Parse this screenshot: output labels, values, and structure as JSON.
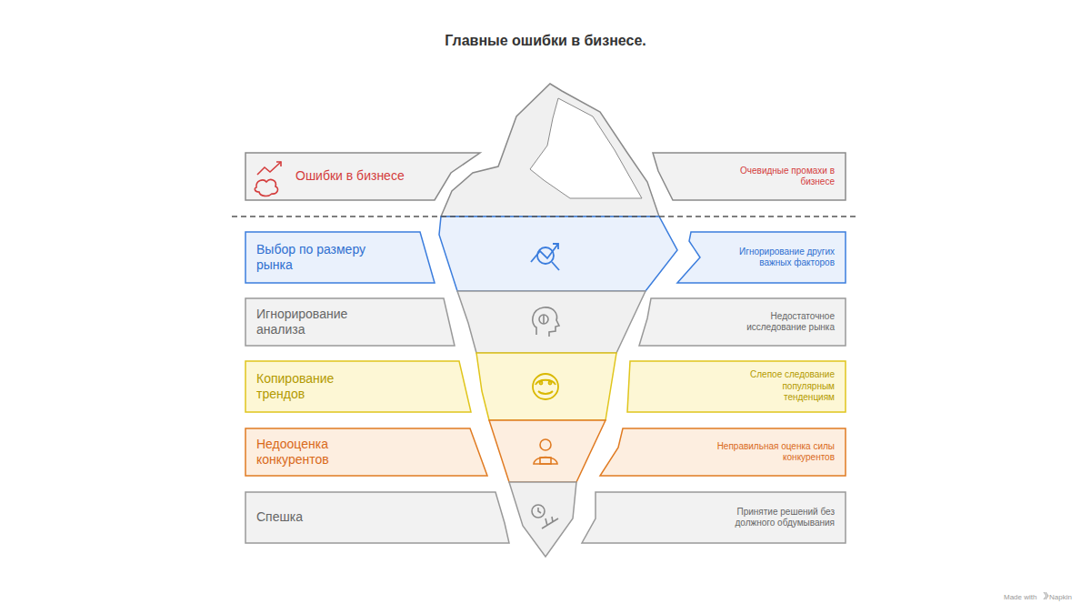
{
  "diagram": {
    "title": "Главные ошибки в бизнесе.",
    "nodes": [
      {
        "text": [
          "Ошибки в бизнесе"
        ]
      },
      {
        "text": [
          "Очевидные промахи в бизнесе"
        ]
      },
      {
        "text": [
          "Выбор по размеру рынка"
        ]
      },
      {
        "text": [
          "Игнорирование других важных факторов"
        ]
      },
      {
        "text": [
          "Игнорирование анализа"
        ]
      },
      {
        "text": [
          "Недостаточное исследование рынка"
        ]
      },
      {
        "text": [
          "Копирование трендов"
        ]
      },
      {
        "text": [
          "Слепое следование популярным тенденциям"
        ]
      },
      {
        "text": [
          "Недооценка конкурентов"
        ]
      },
      {
        "text": [
          "Неправильная оценка силы конкурентов"
        ]
      },
      {
        "text": [
          "Спешка"
        ]
      },
      {
        "text": [
          "Принятие решений без должного обдумывания"
        ]
      }
    ],
    "labels": [
      "Made with",
      "Napkin"
    ]
  }
}
